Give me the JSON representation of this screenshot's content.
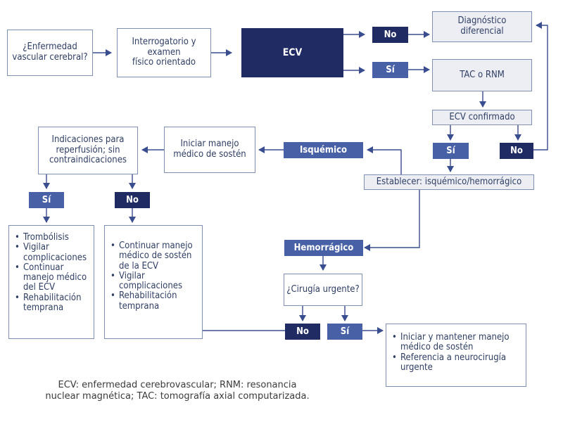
{
  "nodes": {
    "enfermedad": "¿Enfermedad\nvascular cerebral?",
    "interrogatorio": "Interrogatorio y\nexamen\nfísico orientado",
    "ecv": "ECV",
    "no_top": "No",
    "si_top": "Sí",
    "diagnostico": "Diagnóstico\ndiferencial",
    "tac": "TAC o RNM",
    "ecv_confirmado": "ECV confirmado",
    "si_confirmado": "Sí",
    "no_confirmado": "No",
    "establecer": "Establecer: isquémico/hemorrágico",
    "isquemico": "Isquémico",
    "iniciar_manejo": "Iniciar manejo\nmédico de sostén",
    "indicaciones": "Indicaciones para\nreperfusión; sin\ncontraindicaciones",
    "si_reperfusion": "Sí",
    "no_reperfusion": "No",
    "hemorragico": "Hemorrágico",
    "cirugia": "¿Cirugía urgente?",
    "no_cirugia": "No",
    "si_cirugia": "Sí"
  },
  "lists": {
    "trombolisis": [
      "Trombólisis",
      "Vigilar complicaciones",
      "Continuar manejo médico del ECV",
      "Rehabilitación temprana"
    ],
    "continuar": [
      "Continuar manejo médico de sostén de la ECV",
      "Vigilar complicaciones",
      "Rehabilitación temprana"
    ],
    "neurocirugia": [
      "Iniciar y mantener manejo médico de sostén",
      "Referencia a neurocirugía urgente"
    ]
  },
  "footnote": "ECV: enfermedad cerebrovascular; RNM: resonancia\nnuclear magnética; TAC: tomografía axial computarizada.",
  "colors": {
    "dark": "#1f2b62",
    "mid": "#4760a6",
    "border": "#7f8fb4",
    "light_fill": "#eceef4"
  }
}
